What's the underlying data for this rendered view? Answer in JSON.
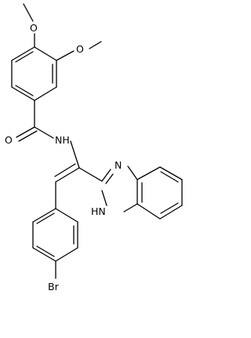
{
  "atoms": [
    {
      "id": "O_top",
      "label": "O"
    },
    {
      "id": "O_mid",
      "label": "O"
    },
    {
      "id": "O_carbonyl",
      "label": "O"
    },
    {
      "id": "N_amide",
      "label": "NH"
    },
    {
      "id": "N_imidazole",
      "label": "N"
    },
    {
      "id": "N_imidazole_H",
      "label": "HN"
    },
    {
      "id": "Br",
      "label": "Br"
    }
  ]
}
